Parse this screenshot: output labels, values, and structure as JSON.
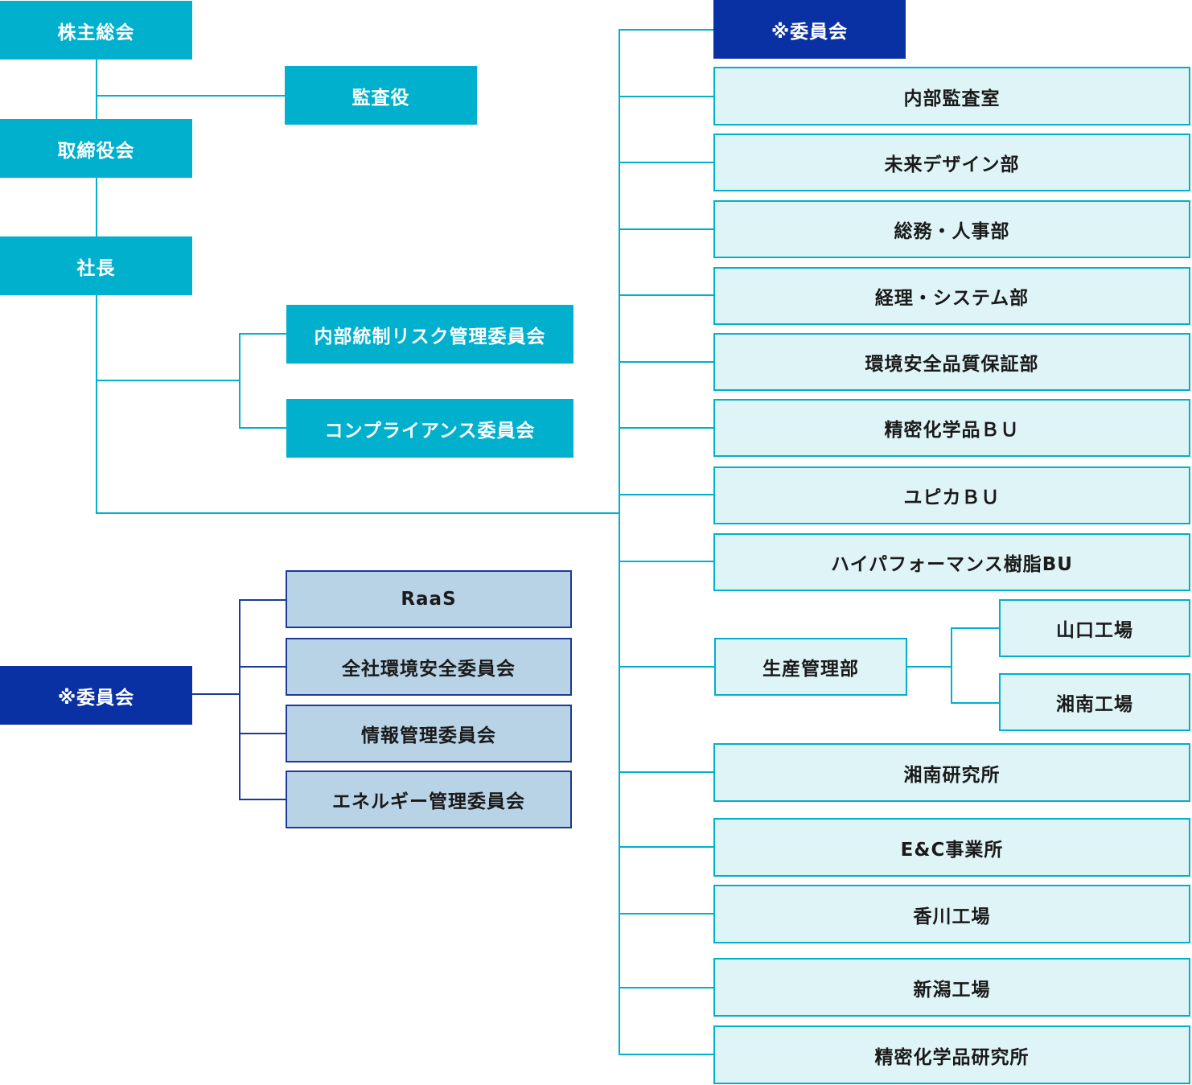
{
  "governance": {
    "shareholders_meeting": "株主総会",
    "auditor": "監査役",
    "board": "取締役会",
    "president": "社長"
  },
  "president_committees": [
    "内部統制リスク管理委員会",
    "コンプライアンス委員会"
  ],
  "committee_group": {
    "label": "※委員会",
    "items": [
      "RaaS",
      "全社環境安全委員会",
      "情報管理委員会",
      "エネルギー管理委員会"
    ]
  },
  "org_header": "※委員会",
  "departments": {
    "internal_audit": "内部監査室",
    "future_design": "未来デザイン部",
    "general_affairs_hr": "総務・人事部",
    "accounting_systems": "経理・システム部",
    "env_safety_qa": "環境安全品質保証部",
    "fine_chemicals_bu": "精密化学品ＢＵ",
    "upica_bu": "ユピカＢＵ",
    "high_performance_resin_bu": "ハイパフォーマンス樹脂BU",
    "production_management": "生産管理部",
    "yamaguchi_plant": "山口工場",
    "shonan_plant": "湘南工場",
    "shonan_research": "湘南研究所",
    "ec_office": "E&C事業所",
    "kagawa_plant": "香川工場",
    "niigata_plant": "新潟工場",
    "fine_chemicals_research": "精密化学品研究所"
  },
  "colors": {
    "teal": "#00b0cc",
    "navy": "#0a31a4",
    "light_fill": "#dff4f7",
    "pale_blue_fill": "#b8d2e6",
    "navy_border": "#1c3a96"
  }
}
